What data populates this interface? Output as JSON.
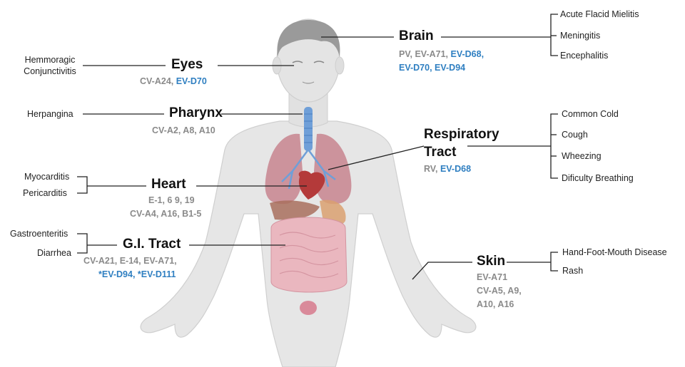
{
  "organs": {
    "brain": {
      "title": "Brain",
      "line1_a": "PV, EV-A71, ",
      "line1_b": "EV-D68,",
      "line2": "EV-D70, EV-D94",
      "conditions": [
        "Acute Flacid Mielitis",
        "Meningitis",
        "Encephalitis"
      ]
    },
    "eyes": {
      "title": "Eyes",
      "virus_a": "CV-A24, ",
      "virus_b": "EV-D70",
      "condition": "Hemmoragic Conjunctivitis"
    },
    "pharynx": {
      "title": "Pharynx",
      "viruses": "CV-A2, A8, A10",
      "condition": "Herpangina"
    },
    "respiratory": {
      "title_line1": "Respiratory",
      "title_line2": "Tract",
      "virus_a": "RV, ",
      "virus_b": "EV-D68",
      "conditions": [
        "Common Cold",
        "Cough",
        "Wheezing",
        "Dificulty Breathing"
      ]
    },
    "heart": {
      "title": "Heart",
      "line1": "E-1, 6 9, 19",
      "line2": "CV-A4, A16, B1-5",
      "conditions": [
        "Myocarditis",
        "Pericarditis"
      ]
    },
    "gi": {
      "title": "G.I. Tract",
      "line1": "CV-A21, E-14, EV-A71,",
      "line2": "*EV-D94, *EV-D111",
      "conditions": [
        "Gastroenteritis",
        "Diarrhea"
      ]
    },
    "skin": {
      "title": "Skin",
      "line1": "EV-A71",
      "line2": "CV-A5, A9,",
      "line3": "A10, A16",
      "conditions": [
        "Hand-Foot-Mouth Disease",
        "Rash"
      ]
    }
  },
  "colors": {
    "body_fill": "#e6e6e6",
    "hair": "#9a9a9a",
    "virus_blue": "#2f7fc1",
    "virus_gray": "#8a8a8a",
    "lungs": "#c98a93",
    "intestine": "#eab7bf",
    "trachea": "#6f9fd8"
  }
}
